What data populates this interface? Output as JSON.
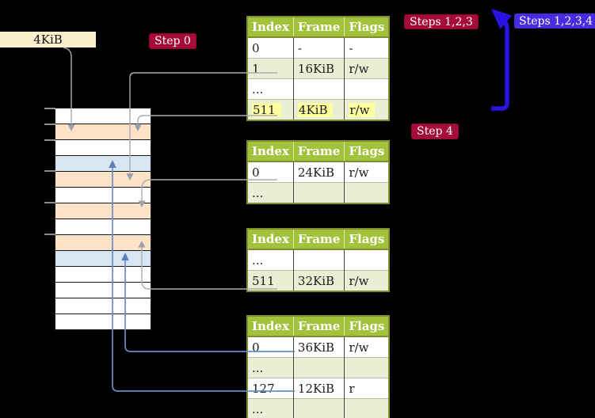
{
  "labels": {
    "frame_size": "4KiB",
    "step0": "Step 0",
    "steps123": "Steps 1,2,3",
    "steps1234": "Steps 1,2,3,4",
    "step4": "Step 4"
  },
  "page_tables": [
    {
      "name": "page-table-1",
      "headers": [
        "Index",
        "Frame",
        "Flags"
      ],
      "rows": [
        {
          "cells": [
            "0",
            "-",
            "-"
          ],
          "shaded": false,
          "highlight": false
        },
        {
          "cells": [
            "1",
            "16KiB",
            "r/w"
          ],
          "shaded": true,
          "highlight": false
        },
        {
          "cells": [
            "...",
            "",
            ""
          ],
          "shaded": false,
          "highlight": false
        },
        {
          "cells": [
            "511",
            "4KiB",
            "r/w"
          ],
          "shaded": true,
          "highlight": true
        }
      ]
    },
    {
      "name": "page-table-2",
      "headers": [
        "Index",
        "Frame",
        "Flags"
      ],
      "rows": [
        {
          "cells": [
            "0",
            "24KiB",
            "r/w"
          ],
          "shaded": false,
          "highlight": false
        },
        {
          "cells": [
            "...",
            "",
            ""
          ],
          "shaded": true,
          "highlight": false
        }
      ]
    },
    {
      "name": "page-table-3",
      "headers": [
        "Index",
        "Frame",
        "Flags"
      ],
      "rows": [
        {
          "cells": [
            "...",
            "",
            ""
          ],
          "shaded": false,
          "highlight": false
        },
        {
          "cells": [
            "511",
            "32KiB",
            "r/w"
          ],
          "shaded": true,
          "highlight": false
        }
      ]
    },
    {
      "name": "page-table-4",
      "headers": [
        "Index",
        "Frame",
        "Flags"
      ],
      "rows": [
        {
          "cells": [
            "0",
            "36KiB",
            "r/w"
          ],
          "shaded": false,
          "highlight": false
        },
        {
          "cells": [
            "...",
            "",
            ""
          ],
          "shaded": true,
          "highlight": false
        },
        {
          "cells": [
            "127",
            "12KiB",
            "r"
          ],
          "shaded": false,
          "highlight": false
        },
        {
          "cells": [
            "...",
            "",
            ""
          ],
          "shaded": true,
          "highlight": false
        }
      ]
    }
  ],
  "memory_column": {
    "frames": [
      "white",
      "peach",
      "white",
      "blue",
      "peach",
      "white",
      "peach",
      "white",
      "peach",
      "blue",
      "white",
      "white",
      "white",
      "white"
    ]
  },
  "arrows": [
    {
      "name": "frame-label-to-memory",
      "color": "gray"
    },
    {
      "name": "table1-entry1-to-memory",
      "color": "gray"
    },
    {
      "name": "table1-entry511-to-memory",
      "color": "gray"
    },
    {
      "name": "table2-entry0-to-memory",
      "color": "gray"
    },
    {
      "name": "table3-entry511-to-memory",
      "color": "gray"
    },
    {
      "name": "table4-entry0-to-memory",
      "color": "steel-blue"
    },
    {
      "name": "table4-entry127-to-memory",
      "color": "steel-blue"
    },
    {
      "name": "steps-loop-arrow",
      "color": "indigo"
    }
  ],
  "colors": {
    "table_header_green": "#a3c23c",
    "table_shade_green": "#e8efd4",
    "table_border_olive": "#7e8e2b",
    "highlight_yellow": "#feff9e",
    "frame_label_cream": "#fbf0cc",
    "memory_peach": "#fce3c8",
    "memory_blue": "#d8e5f3",
    "badge_red": "#a60c3a",
    "badge_blue": "#4a2ce0",
    "loop_arrow_indigo": "#2a13e2",
    "connector_gray": "#a9adb4",
    "connector_blue": "#6c8cc3"
  }
}
